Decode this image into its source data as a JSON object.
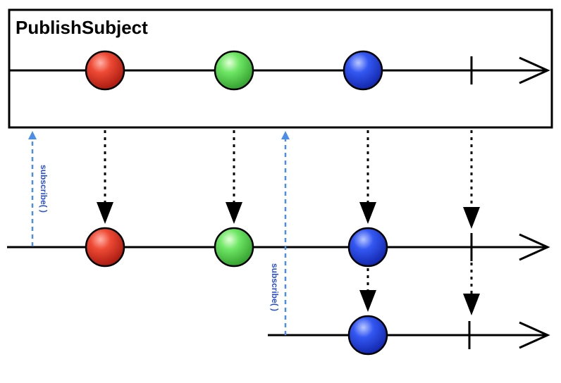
{
  "diagram": {
    "title": "PublishSubject",
    "subscribe_label": "subscribe( )",
    "colors": {
      "red": "#e23325",
      "green": "#5ed55a",
      "blue": "#2448e8",
      "subscribe_line": "#4a8ee8",
      "subscribe_text": "#2a4fd8",
      "line": "#000000"
    },
    "events": [
      {
        "name": "red-marble",
        "color": "red"
      },
      {
        "name": "green-marble",
        "color": "green"
      },
      {
        "name": "blue-marble",
        "color": "blue"
      },
      {
        "name": "completion",
        "color": "black"
      }
    ]
  }
}
